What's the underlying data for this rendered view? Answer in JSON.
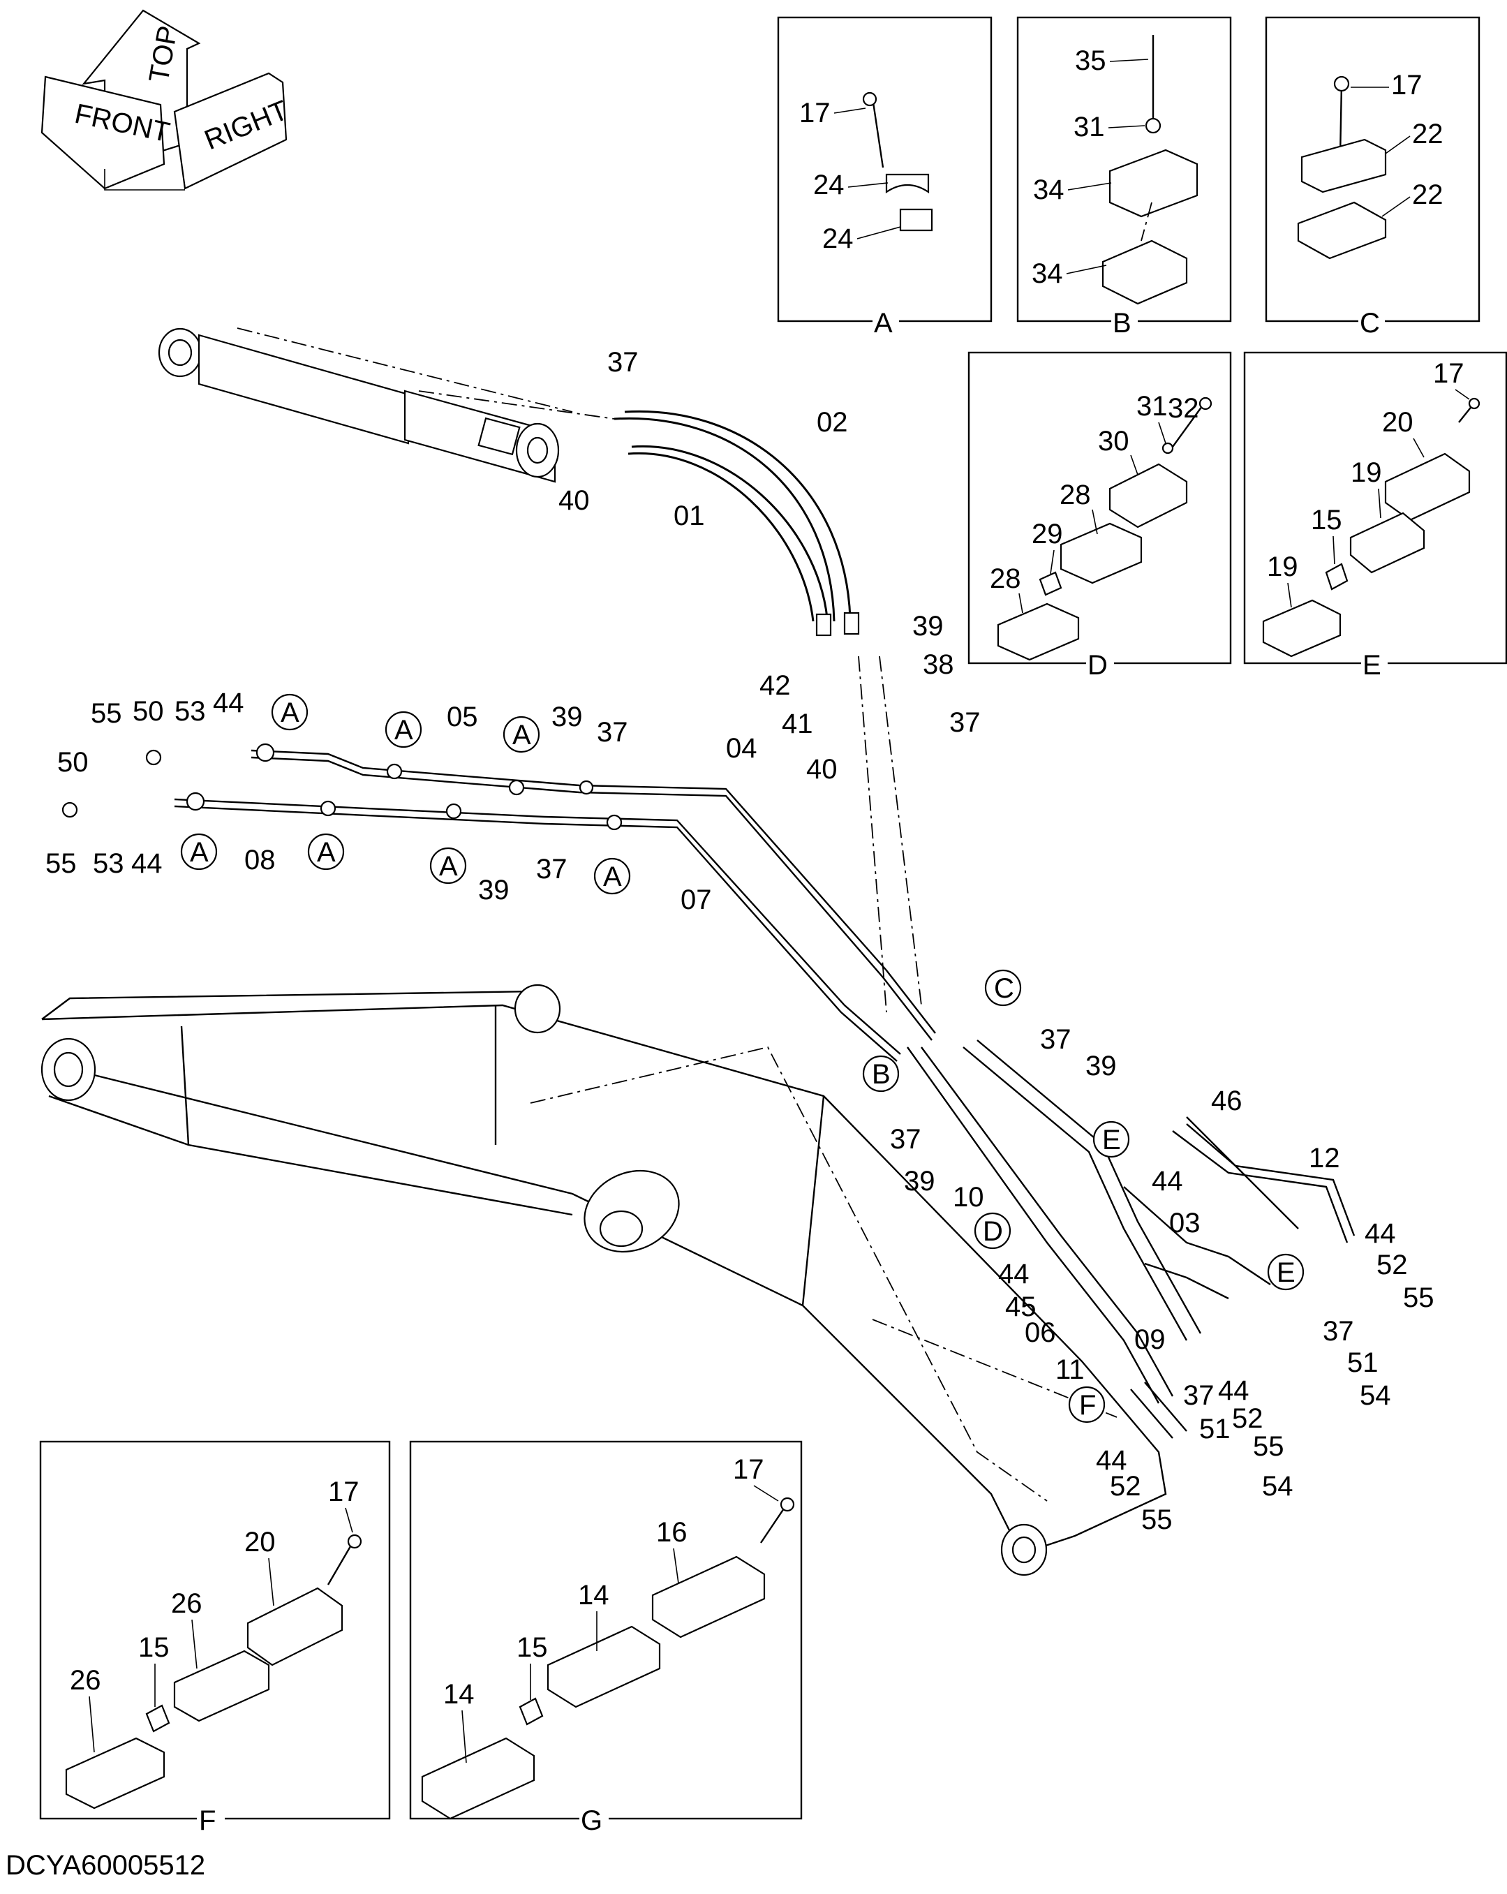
{
  "orientation": {
    "labels": [
      "TOP",
      "FRONT",
      "RIGHT"
    ]
  },
  "detail_boxes": [
    {
      "id": "A",
      "callouts": [
        "17",
        "24",
        "24"
      ]
    },
    {
      "id": "B",
      "callouts": [
        "35",
        "31",
        "34",
        "34"
      ]
    },
    {
      "id": "C",
      "callouts": [
        "17",
        "22",
        "22"
      ]
    },
    {
      "id": "D",
      "callouts": [
        "32",
        "31",
        "30",
        "28",
        "29",
        "28"
      ]
    },
    {
      "id": "E",
      "callouts": [
        "17",
        "20",
        "19",
        "15",
        "19"
      ]
    },
    {
      "id": "F",
      "callouts": [
        "17",
        "20",
        "26",
        "15",
        "26"
      ]
    },
    {
      "id": "G",
      "callouts": [
        "17",
        "16",
        "14",
        "15",
        "14"
      ]
    }
  ],
  "main_callouts": [
    "37",
    "02",
    "40",
    "01",
    "39",
    "38",
    "42",
    "41",
    "37",
    "40",
    "55",
    "50",
    "53",
    "44",
    "05",
    "39",
    "37",
    "04",
    "50",
    "55",
    "53",
    "44",
    "08",
    "39",
    "37",
    "07",
    "37",
    "39",
    "37",
    "39",
    "10",
    "46",
    "44",
    "12",
    "03",
    "44",
    "45",
    "06",
    "11",
    "09",
    "44",
    "52",
    "55",
    "37",
    "37",
    "44",
    "51",
    "52",
    "55",
    "54",
    "51",
    "44",
    "52",
    "55",
    "54"
  ],
  "detail_markers": [
    "A",
    "A",
    "A",
    "A",
    "A",
    "A",
    "A",
    "A",
    "B",
    "C",
    "D",
    "E",
    "E",
    "F"
  ],
  "drawing_code": "DCYA60005512"
}
